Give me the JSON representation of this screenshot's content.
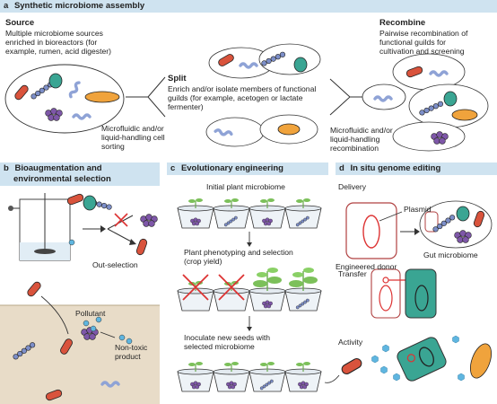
{
  "panel_a": {
    "letter": "a",
    "title": "Synthetic microbiome assembly",
    "source_heading": "Source",
    "source_lines": [
      "Multiple microbiome sources",
      "enriched in bioreactors (for",
      "example, rumen, acid digester)"
    ],
    "split_heading": "Split",
    "split_lines": [
      "Enrich and/or isolate members of functional",
      "guilds (for example, acetogen or lactate",
      "fermenter)"
    ],
    "split_method_lines": [
      "Microfluidic and/or",
      "liquid-handling cell",
      "sorting"
    ],
    "recombine_heading": "Recombine",
    "recombine_lines": [
      "Pairwise recombination of",
      "functional guilds for",
      "cultivation and screening"
    ],
    "recombine_method_lines": [
      "Microfluidic and/or",
      "liquid-handling",
      "recombination"
    ]
  },
  "panel_b": {
    "letter": "b",
    "title_lines": [
      "Bioaugmentation and",
      "environmental selection"
    ],
    "out_selection": "Out-selection",
    "pollutant": "Pollutant",
    "product_lines": [
      "Non-toxic",
      "product"
    ]
  },
  "panel_c": {
    "letter": "c",
    "title": "Evolutionary engineering",
    "step1": "Initial plant microbiome",
    "step2_lines": [
      "Plant phenotyping and selection",
      "(crop yield)"
    ],
    "step3_lines": [
      "Inoculate new seeds with",
      "selected microbiome"
    ]
  },
  "panel_d": {
    "letter": "d",
    "title": "In situ genome editing",
    "delivery": "Delivery",
    "plasmid": "Plasmid",
    "engineered_donor": "Engineered donor",
    "gut_microbiome": "Gut microbiome",
    "transfer": "Transfer",
    "activity": "Activity"
  },
  "colors": {
    "header_bg": "#cfe3f0",
    "red_microbe": "#d9533c",
    "teal_microbe": "#3aa593",
    "purple_microbe": "#7e57a8",
    "blue_microbe": "#7d8fc9",
    "orange_microbe": "#f0a33c",
    "hexagon": "#5fb6e0",
    "soil": "#e8dcc8"
  }
}
